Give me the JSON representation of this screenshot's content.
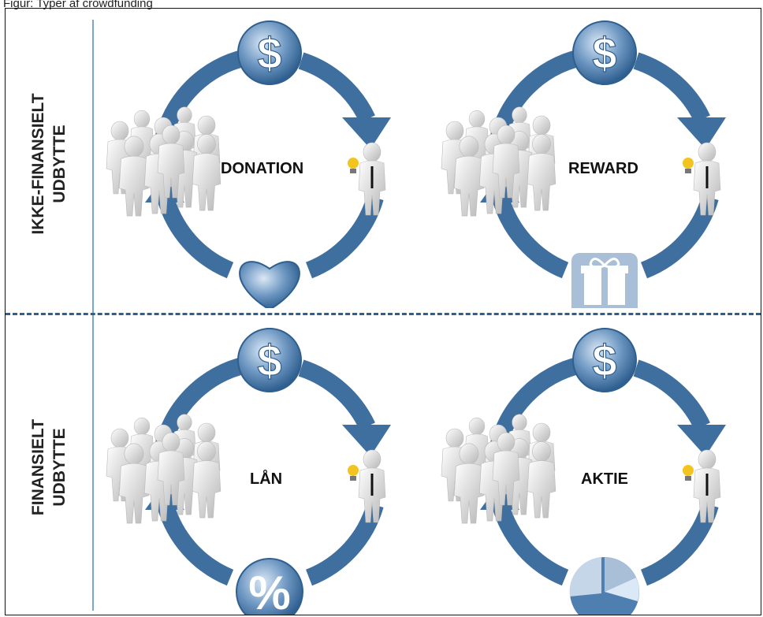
{
  "caption": "Figur: Typer af crowdfunding",
  "row_labels": {
    "top": [
      "IKKE-FINANSIELT",
      "UDBYTTE"
    ],
    "bottom": [
      "FINANSIELT",
      "UDBYTTE"
    ]
  },
  "panels": [
    {
      "label": "DONATION",
      "return_icon": "heart-icon"
    },
    {
      "label": "REWARD",
      "return_icon": "gift-icon"
    },
    {
      "label": "LÅN",
      "return_icon": "percent-icon"
    },
    {
      "label": "AKTIE",
      "return_icon": "pie-chart-icon"
    }
  ],
  "icons": {
    "money_symbol": "$",
    "percent_symbol": "%"
  },
  "colors": {
    "arrow": "#3f6f9f",
    "accent_dark": "#2f5f8f",
    "gift": "#a9bfd7",
    "dashed_line": "#2e5f8f",
    "vertical_line": "#7aa7cf"
  }
}
